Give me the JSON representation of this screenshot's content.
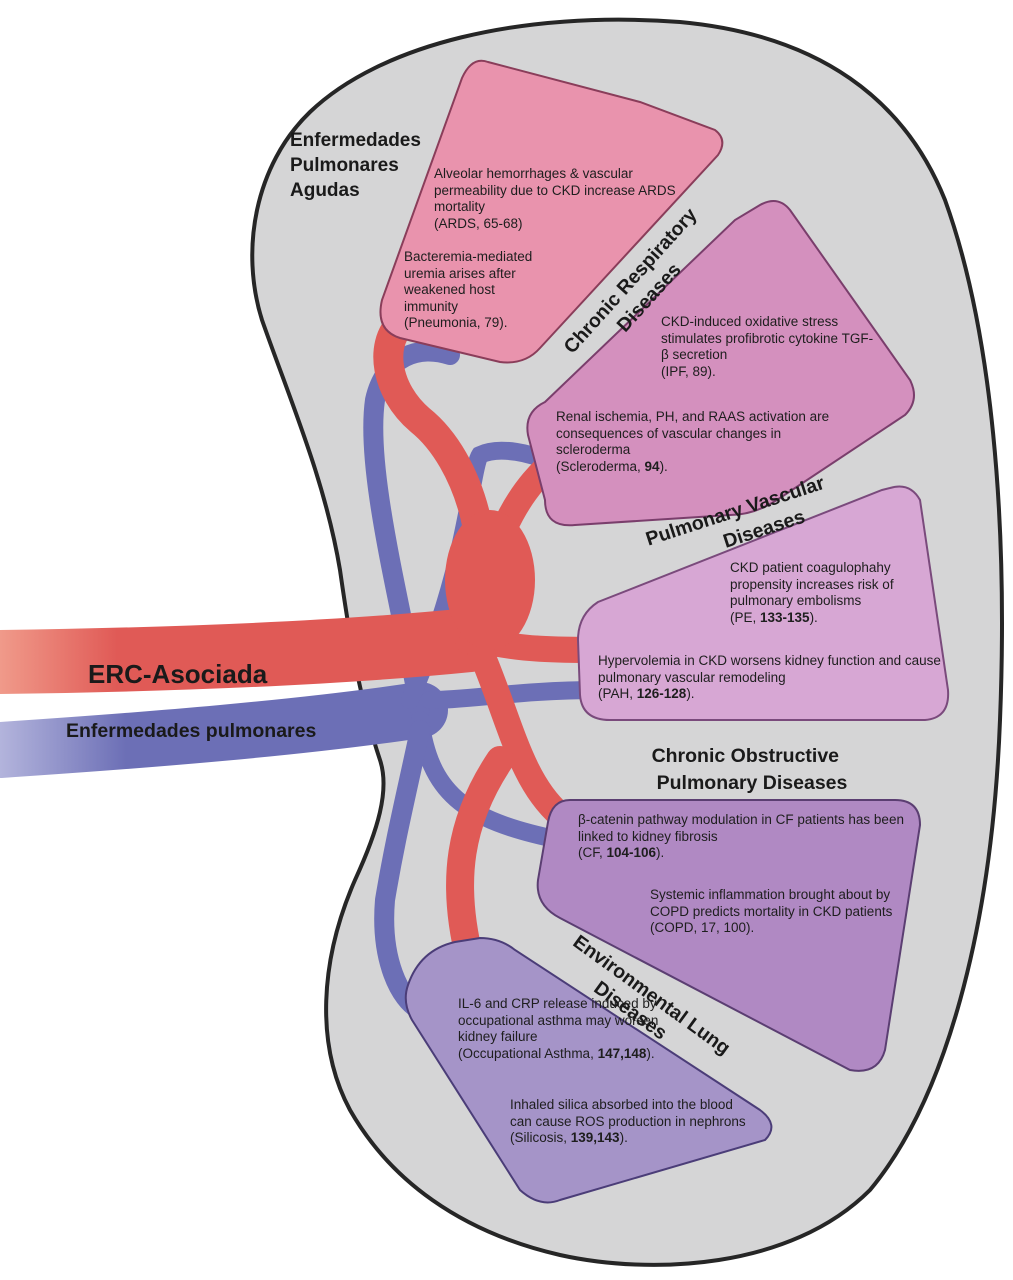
{
  "colors": {
    "kidney_fill": "#d5d5d6",
    "kidney_stroke": "#262626",
    "artery": "#e05a56",
    "artery_light": "#f09a8a",
    "vein": "#6c6fb6",
    "vein_light": "#b3b4dc",
    "acute_box": "#e993ad",
    "respiratory_box": "#d490be",
    "vascular_box": "#d7a7d4",
    "obstructive_box": "#b089c3",
    "environmental_box": "#a594c8"
  },
  "labels": {
    "acute": [
      "Enfermedades",
      "Pulmonares",
      "Agudas"
    ],
    "erc": "ERC-Asociada",
    "enfermedades": "Enfermedades pulmonares",
    "respiratory": [
      "Chronic Respiratory",
      "Diseases"
    ],
    "vascular": [
      "Pulmonary Vascular",
      "Diseases"
    ],
    "obstructive": [
      "Chronic Obstructive",
      "Pulmonary Diseases"
    ],
    "environmental": [
      "Environmental Lung",
      "Diseases"
    ]
  },
  "boxes": {
    "acute": {
      "text1": "Alveolar hemorrhages & vascular permeability due to CKD increase ARDS mortality",
      "cite1": "(ARDS, 65-68)",
      "text2": "Bacteremia-mediated uremia arises after weakened host immunity",
      "cite2": "(Pneumonia, 79)."
    },
    "respiratory": {
      "text1": "CKD-induced oxidative stress stimulates profibrotic cytokine TGF-β secretion",
      "cite1": "(IPF, 89).",
      "text2": "Renal ischemia, PH, and RAAS activation are consequences of vascular changes in scleroderma",
      "cite2_pre": "(Scleroderma, ",
      "cite2_num": "94",
      "cite2_post": ")."
    },
    "vascular": {
      "text1": "CKD patient coagulophahy propensity increases risk of pulmonary embolisms",
      "cite1_pre": "(PE, ",
      "cite1_num": "133-135",
      "cite1_post": ").",
      "text2": "Hypervolemia in CKD worsens kidney function and cause pulmonary vascular remodeling",
      "cite2_pre": "(PAH, ",
      "cite2_num": "126-128",
      "cite2_post": ")."
    },
    "obstructive": {
      "text1": "β-catenin pathway modulation in CF patients has been linked to kidney fibrosis",
      "cite1_pre": "(CF, ",
      "cite1_num": "104-106",
      "cite1_post": ").",
      "text2": "Systemic inflammation brought about by COPD predicts mortality in CKD patients",
      "cite2": "(COPD, 17, 100)."
    },
    "environmental": {
      "text1": "IL-6 and CRP release induced by occupational asthma may worsen kidney failure",
      "cite1_pre": "(Occupational Asthma, ",
      "cite1_num": "147,148",
      "cite1_post": ").",
      "text2": "Inhaled silica absorbed into the blood can cause ROS production in nephrons",
      "cite2_pre": "(Silicosis, ",
      "cite2_num": "139,143",
      "cite2_post": ")."
    }
  }
}
